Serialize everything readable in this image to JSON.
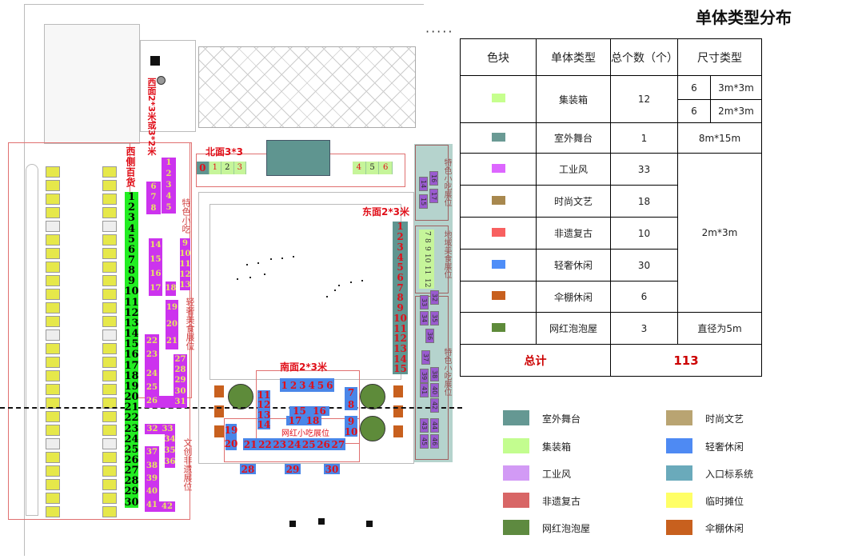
{
  "title": "单体类型分布",
  "table": {
    "headers": {
      "swatch": "色块",
      "type": "单体类型",
      "count": "总个数（个）",
      "size": "尺寸类型"
    },
    "rows": [
      {
        "color": "#c6ff8e",
        "type": "集装箱",
        "count": "12",
        "sizes": [
          {
            "n": "6",
            "size": "3m*3m"
          },
          {
            "n": "6",
            "size": "2m*3m"
          }
        ]
      },
      {
        "color": "#6a9a94",
        "type": "室外舞台",
        "count": "1",
        "size": "8m*15m"
      },
      {
        "color": "#dd66ff",
        "type": "工业风",
        "count": "33"
      },
      {
        "color": "#a8884e",
        "type": "时尚文艺",
        "count": "18"
      },
      {
        "color": "#f86060",
        "type": "非遗复古",
        "count": "10"
      },
      {
        "color": "#4f8ef8",
        "type": "轻奢休闲",
        "count": "30"
      },
      {
        "color": "#c8601e",
        "type": "伞棚休闲",
        "count": "6"
      },
      {
        "color": "#5e8b3a",
        "type": "网红泡泡屋",
        "count": "3",
        "size": "直径为5m"
      }
    ],
    "shared_size": "2m*3m",
    "total_label": "总计",
    "total_value": "113"
  },
  "legend": [
    {
      "label": "室外舞台",
      "color": "#659893"
    },
    {
      "label": "集装箱",
      "color": "#c3fd8f"
    },
    {
      "label": "工业风",
      "color": "#d29af5"
    },
    {
      "label": "非遗复古",
      "color": "#d86666"
    },
    {
      "label": "网红泡泡屋",
      "color": "#5e8a40"
    },
    {
      "label": "时尚文艺",
      "color": "#b9a472"
    },
    {
      "label": "轻奢休闲",
      "color": "#4e8af3"
    },
    {
      "label": "入口标系统",
      "color": "#6aaabb"
    },
    {
      "label": "临时摊位",
      "color": "#ffff66"
    },
    {
      "label": "伞棚休闲",
      "color": "#c8601e"
    }
  ],
  "map": {
    "labels": {
      "west_side": "西侧百货",
      "west": "西面2*3米或3*2米",
      "north": "北面3*3",
      "east": "东面2*3米",
      "south": "南面2*3米",
      "snack1": "特色小吃",
      "luxury_food": "轻奢美食展位",
      "culture": "文创非遗展位",
      "web_snack": "网红小吃展位",
      "east_snack1": "特色小吃展位",
      "east_regional": "地域美食展位",
      "east_snack2": "特色小吃展位"
    },
    "green_strip": [
      "1",
      "2",
      "3",
      "4",
      "5",
      "6",
      "7",
      "8",
      "9",
      "10",
      "11",
      "12",
      "13",
      "14",
      "15",
      "16",
      "17",
      "18",
      "19",
      "20",
      "21",
      "22",
      "23",
      "24",
      "25",
      "26",
      "27",
      "28",
      "29",
      "30"
    ],
    "west_blocks": {
      "b1": [
        "1",
        "2",
        "3",
        "4",
        "5"
      ],
      "b2": [
        "6",
        "7",
        "8"
      ],
      "b3": [
        "9",
        "10",
        "11",
        "12",
        "13"
      ],
      "b4": [
        "14",
        "15",
        "16",
        "17"
      ],
      "b5": [
        "18"
      ],
      "b6": [
        "19",
        "20",
        "21"
      ],
      "b7": [
        "22",
        "23",
        "",
        "24",
        "25",
        "26"
      ],
      "b8": [
        "27",
        "28",
        "29",
        "30",
        "31"
      ],
      "b9": [
        "32",
        "33"
      ],
      "b10": [
        "34",
        "35",
        "36"
      ],
      "b11": [
        "37",
        "38",
        "39",
        "40",
        "41"
      ],
      "b12": [
        "42"
      ]
    },
    "north_containers": [
      "0",
      "1",
      "2",
      "3",
      "4",
      "5",
      "6"
    ],
    "east_column": [
      "1",
      "2",
      "3",
      "4",
      "5",
      "6",
      "7",
      "8",
      "9",
      "10",
      "11",
      "12",
      "13",
      "14",
      "15"
    ],
    "south_blocks": {
      "s1": [
        "1",
        "2",
        "3",
        "4",
        "5",
        "6"
      ],
      "s2": [
        "7",
        "8"
      ],
      "s3": [
        "9",
        "10"
      ],
      "s4": [
        "11",
        "12",
        "13",
        "14"
      ],
      "s5": [
        "15",
        "16"
      ],
      "s6": [
        "17",
        "18"
      ],
      "s7": [
        "19",
        "20"
      ],
      "s8": [
        "21",
        "22",
        "23",
        "24",
        "25",
        "26",
        "27"
      ],
      "s9": [
        "28"
      ],
      "s10": [
        "29"
      ],
      "s11": [
        "30"
      ]
    },
    "east_strip_small": [
      "14",
      "15",
      "16",
      "17",
      "32",
      "33",
      "34",
      "35",
      "36",
      "37",
      "38",
      "39",
      "40",
      "41",
      "42",
      "43",
      "44",
      "45",
      "46"
    ],
    "east_regional": [
      "7",
      "8",
      "9",
      "10",
      "11",
      "12"
    ]
  }
}
